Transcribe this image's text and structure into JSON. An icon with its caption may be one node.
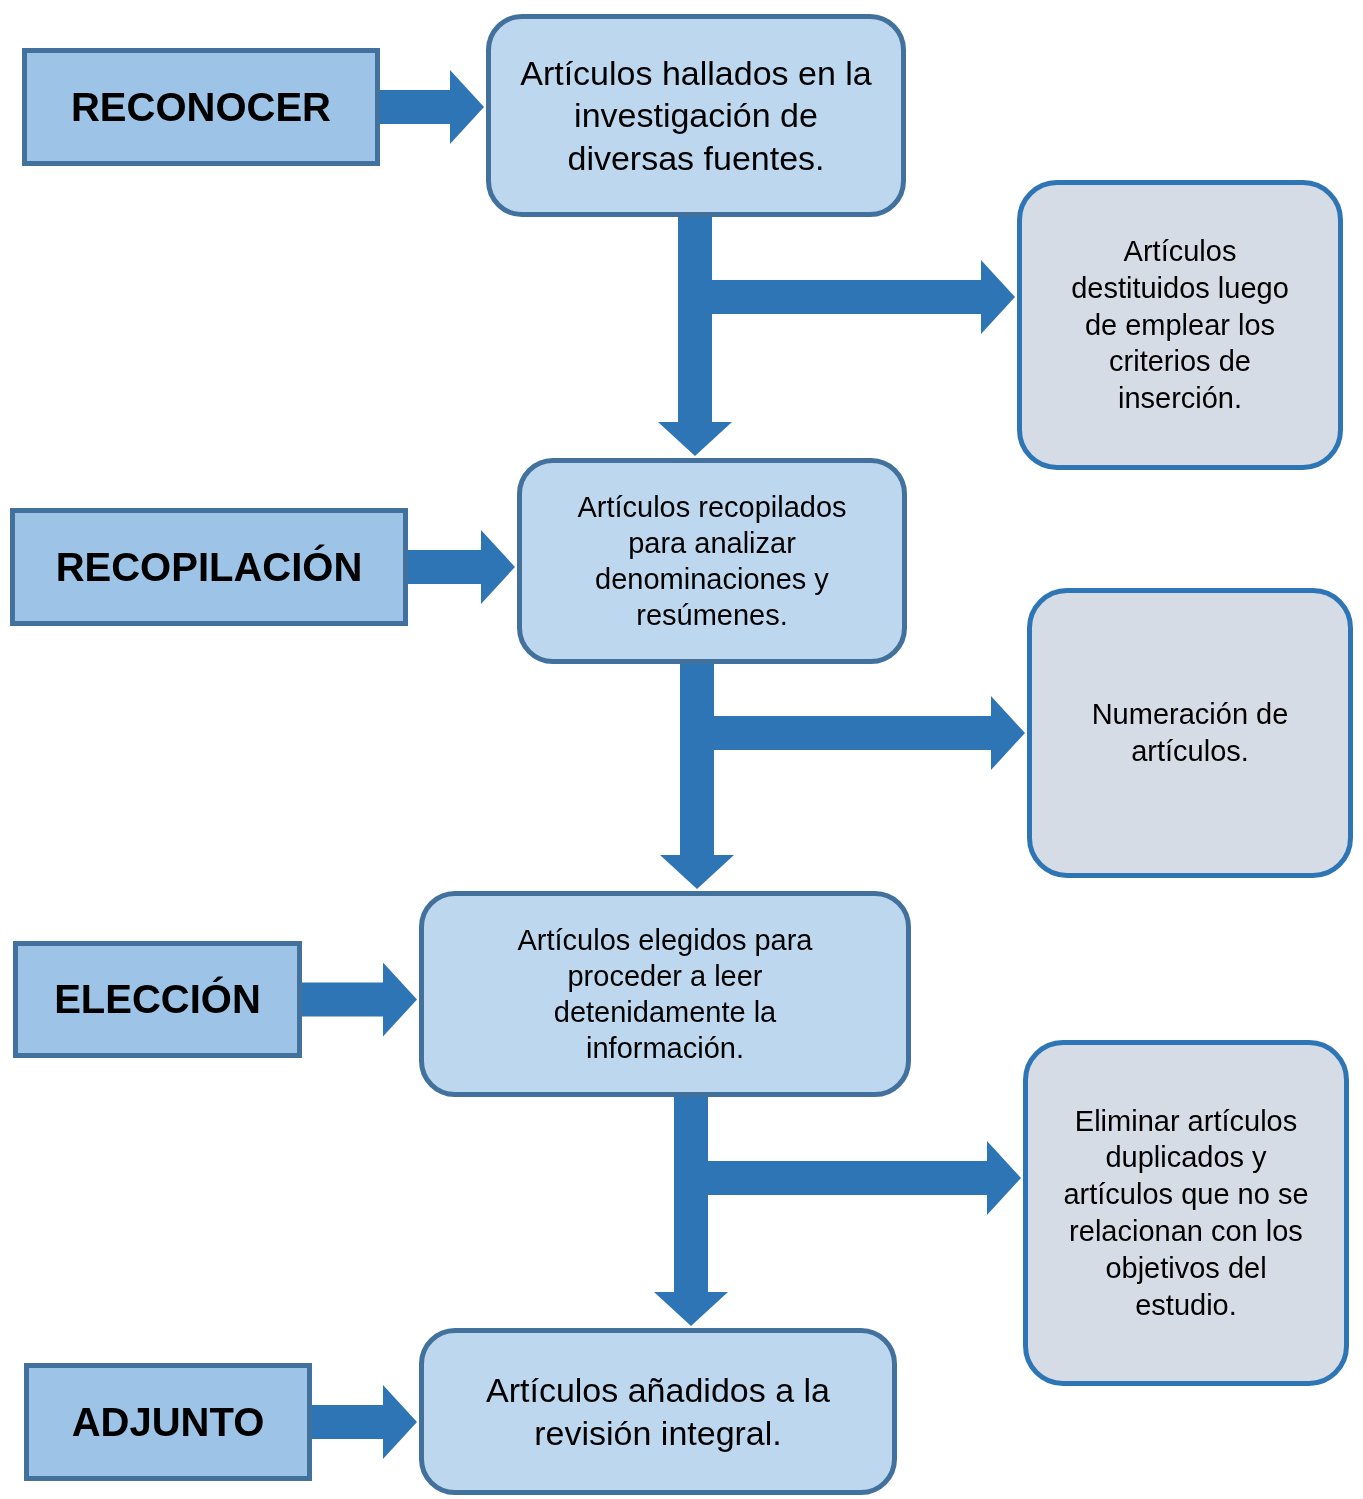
{
  "diagram": {
    "nodes": [
      {
        "text": [
          "RECONOCER"
        ]
      },
      {
        "text": [
          "Artículos hallados en la investigación de diversas fuentes."
        ]
      },
      {
        "text": [
          "Artículos destituidos luego de emplear los criterios de inserción."
        ]
      },
      {
        "text": [
          "RECOPILACIÓN"
        ]
      },
      {
        "text": [
          "Artículos recopilados para analizar denominaciones y resúmenes."
        ]
      },
      {
        "text": [
          "Numeración de artículos."
        ]
      },
      {
        "text": [
          "ELECCIÓN"
        ]
      },
      {
        "text": [
          "Artículos elegidos para proceder a leer detenidamente la información."
        ]
      },
      {
        "text": [
          "Eliminar artículos duplicados y artículos que no se relacionan con los objetivos del estudio."
        ]
      },
      {
        "text": [
          "ADJUNTO"
        ]
      },
      {
        "text": [
          "Artículos añadidos a la revisión integral."
        ]
      }
    ],
    "edges": [
      {
        "from": 0,
        "to": 1,
        "arrow": "to"
      },
      {
        "from": 1,
        "to": 4,
        "arrow": "to"
      },
      {
        "from": 1,
        "to": 2,
        "arrow": "to"
      },
      {
        "from": 3,
        "to": 4,
        "arrow": "to"
      },
      {
        "from": 4,
        "to": 7,
        "arrow": "to"
      },
      {
        "from": 4,
        "to": 5,
        "arrow": "to"
      },
      {
        "from": 6,
        "to": 7,
        "arrow": "to"
      },
      {
        "from": 7,
        "to": 10,
        "arrow": "to"
      },
      {
        "from": 7,
        "to": 8,
        "arrow": "to"
      },
      {
        "from": 9,
        "to": 10,
        "arrow": "to"
      }
    ]
  }
}
